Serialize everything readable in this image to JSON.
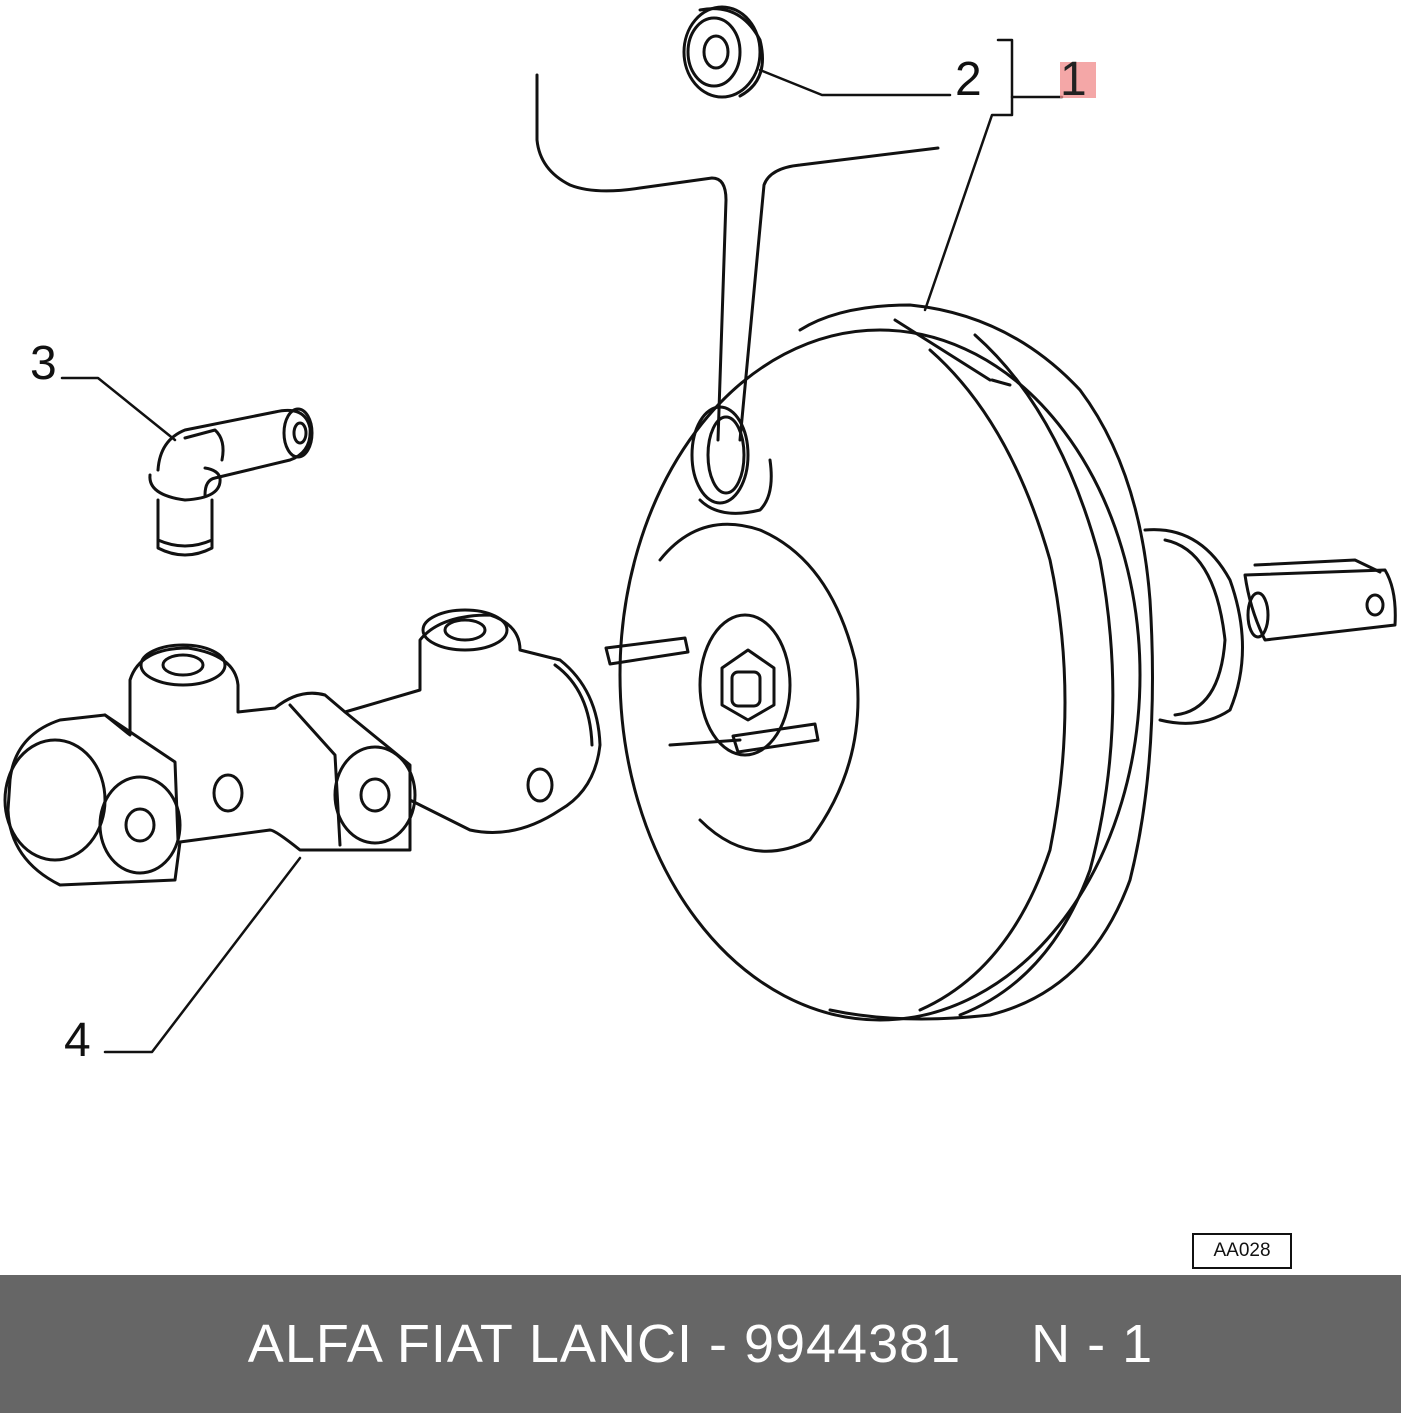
{
  "callouts": {
    "part1": "1",
    "part2": "2",
    "part3": "3",
    "part4": "4"
  },
  "reference_code": "AA028",
  "footer": {
    "part_text": "ALFA FIAT LANCI - 9944381",
    "position_text": "N - 1"
  },
  "colors": {
    "line": "#111111",
    "highlight": "#f08a8a",
    "footer_bg": "#666666",
    "footer_text": "#ffffff"
  },
  "icons": [
    "brake-booster-icon",
    "seal-ring-icon",
    "elbow-connector-icon",
    "master-cylinder-icon"
  ]
}
